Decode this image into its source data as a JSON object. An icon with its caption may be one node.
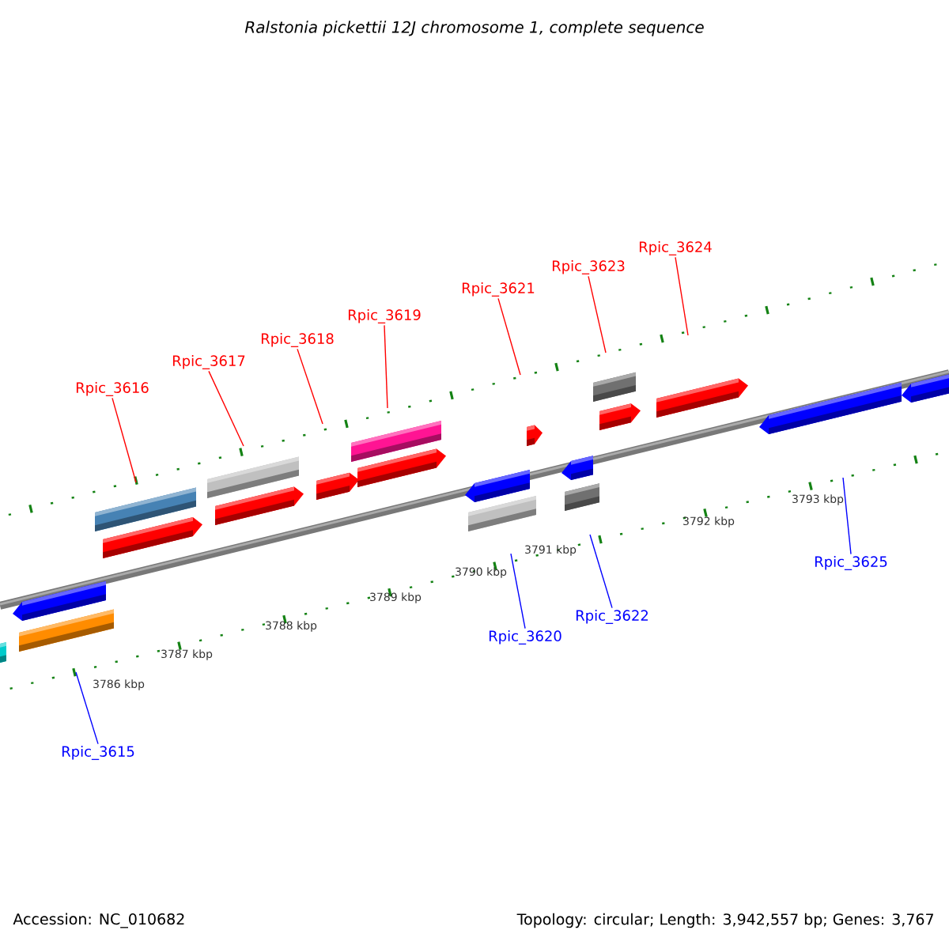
{
  "diagram": {
    "title": "Ralstonia pickettii 12J chromosome 1, complete sequence",
    "nodes": [
      {
        "text": [
          "Rpic_3616"
        ]
      },
      {
        "text": [
          "Rpic_3617"
        ]
      },
      {
        "text": [
          "Rpic_3618"
        ]
      },
      {
        "text": [
          "Rpic_3619"
        ]
      },
      {
        "text": [
          "Rpic_3621"
        ]
      },
      {
        "text": [
          "Rpic_3623"
        ]
      },
      {
        "text": [
          "Rpic_3624"
        ]
      },
      {
        "text": [
          "Rpic_3615"
        ]
      },
      {
        "text": [
          "Rpic_3620"
        ]
      },
      {
        "text": [
          "Rpic_3622"
        ]
      },
      {
        "text": [
          "Rpic_3625"
        ]
      }
    ],
    "edges": [
      {
        "from": 0,
        "to": null,
        "arrow": "none"
      },
      {
        "from": 1,
        "to": null,
        "arrow": "none"
      },
      {
        "from": 2,
        "to": null,
        "arrow": "none"
      },
      {
        "from": 3,
        "to": null,
        "arrow": "none"
      },
      {
        "from": 4,
        "to": null,
        "arrow": "none"
      },
      {
        "from": 5,
        "to": null,
        "arrow": "none"
      },
      {
        "from": 6,
        "to": null,
        "arrow": "none"
      },
      {
        "from": 7,
        "to": null,
        "arrow": "none",
        "color": "#0000ff"
      },
      {
        "from": 8,
        "to": null,
        "arrow": "none",
        "color": "#0000ff"
      },
      {
        "from": 9,
        "to": null,
        "arrow": "none",
        "color": "#0000ff"
      },
      {
        "from": 10,
        "to": null,
        "arrow": "none",
        "color": "#0000ff"
      }
    ],
    "labels": [
      "3786 kbp",
      "3787 kbp",
      "3788 kbp",
      "3789 kbp",
      "3790 kbp",
      "3791 kbp",
      "3792 kbp",
      "3793 kbp",
      "Accession: NC_010682",
      "Topology: circular; Length: 3,942,557 bp; Genes: 3,767"
    ]
  }
}
